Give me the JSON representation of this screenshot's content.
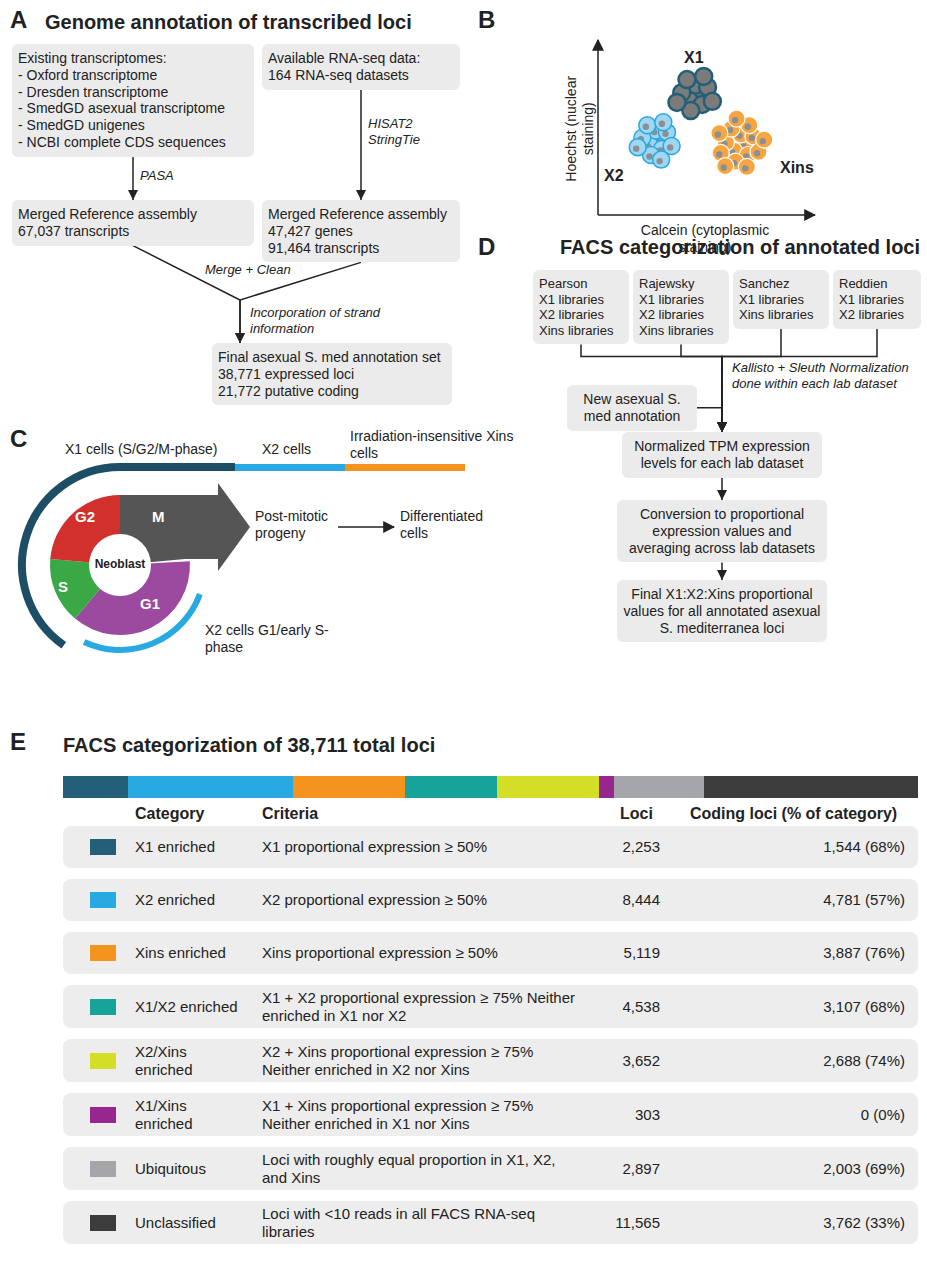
{
  "diagram": {
    "nodes": [
      {
        "text": [
          "Existing transcriptomes:",
          "- Oxford transcriptome",
          "- Dresden transcriptome",
          "- SmedGD asexual transcriptome",
          "- SmedGD unigenes",
          "- NCBI complete CDS sequences"
        ]
      },
      {
        "text": [
          "Available RNA-seq data:",
          "164 RNA-seq datasets"
        ]
      },
      {
        "text": [
          "Merged Reference assembly",
          "67,037 transcripts"
        ]
      },
      {
        "text": [
          "Merged Reference assembly",
          "47,427 genes",
          "91,464 transcripts"
        ]
      },
      {
        "text": [
          "Final asexual S. med annotation set",
          "38,771 expressed loci",
          "21,772 putative coding"
        ]
      },
      {
        "text": [
          "Pearson",
          "X1 libraries",
          "X2 libraries",
          "Xins libraries"
        ]
      },
      {
        "text": [
          "Rajewsky",
          "X1 libraries",
          "X2 libraries",
          "Xins libraries"
        ]
      },
      {
        "text": [
          "Sanchez",
          "X1 libraries",
          "Xins libraries"
        ]
      },
      {
        "text": [
          "Reddien",
          "X1 libraries",
          "X2 libraries"
        ]
      },
      {
        "text": [
          "New asexual S. med annotation"
        ]
      },
      {
        "text": [
          "Normalized TPM expression levels for each lab dataset"
        ]
      },
      {
        "text": [
          "Conversion to proportional expression values and averaging across lab datasets"
        ]
      },
      {
        "text": [
          "Final X1:X2:Xins proportional values for all annotated asexual S. mediterranea loci"
        ]
      },
      {
        "text": [
          "X1 proportional expression ≥ 50%",
          "2,253",
          "1,544 (68%)"
        ]
      },
      {
        "text": [
          "X2 proportional expression ≥ 50%",
          "8,444",
          "4,781 (57%)"
        ]
      },
      {
        "text": [
          "Xins proportional expression ≥ 50%",
          "5,119",
          "3,887 (76%)"
        ]
      },
      {
        "text": [
          "X1 + X2 proportional expression ≥ 75% Neither enriched in X1 nor X2",
          "4,538",
          "3,107 (68%)"
        ]
      },
      {
        "text": [
          "X2 + Xins proportional expression ≥ 75% Neither enriched in X2 nor Xins",
          "3,652",
          "2,688 (74%)"
        ]
      },
      {
        "text": [
          "X1 + Xins proportional expression ≥ 75% Neither enriched in X1 nor Xins",
          "303",
          "0 (0%)"
        ]
      },
      {
        "text": [
          "Loci with roughly equal proportion in X1, X2, and Xins",
          "2,897",
          "2,003 (69%)"
        ]
      },
      {
        "text": [
          "Loci with <10 reads in all FACS RNA-seq libraries",
          "11,565",
          "3,762 (33%)"
        ]
      }
    ],
    "edges": [
      {
        "from": 0,
        "to": 2,
        "arrow": "to",
        "label": "PASA"
      },
      {
        "from": 1,
        "to": 3,
        "arrow": "to",
        "label": "HISAT2 StringTie"
      },
      {
        "from": 2,
        "to": 4,
        "arrow": "to"
      },
      {
        "from": 3,
        "to": 4,
        "arrow": "to"
      },
      {
        "from": 5,
        "to": 10,
        "arrow": "to"
      },
      {
        "from": 6,
        "to": 10,
        "arrow": "to"
      },
      {
        "from": 7,
        "to": 10,
        "arrow": "to"
      },
      {
        "from": 8,
        "to": 10,
        "arrow": "to"
      },
      {
        "from": 9,
        "to": 10,
        "arrow": "to"
      },
      {
        "from": 10,
        "to": 11,
        "arrow": "to"
      },
      {
        "from": 11,
        "to": 12,
        "arrow": "to"
      }
    ],
    "labels": [
      "A",
      "Genome annotation of transcribed loci",
      "Merge + Clean",
      "Incorporation of strand information",
      "B",
      "X1",
      "X2",
      "Xins",
      "Hoechst (nuclear staining)",
      "Calcein (cytoplasmic staining)",
      "C",
      "X1 cells (S/G2/M-phase)",
      "X2 cells",
      "Irradiation-insensitive Xins cells",
      "G2",
      "M",
      "Neoblast",
      "S",
      "G1",
      "Post-mitotic progeny",
      "Differentiated cells",
      "X2 cells G1/early S-phase",
      "D",
      "FACS categorization of annotated loci",
      "Kallisto + Sleuth Normalization done within each lab dataset",
      "E",
      "FACS categorization of 38,711 total loci",
      "Category",
      "Criteria",
      "Loci",
      "Coding loci (% of category)"
    ],
    "legend": [
      {
        "text": "X1 enriched",
        "color": "#235f78"
      },
      {
        "text": "X2 enriched",
        "color": "#29a9e1"
      },
      {
        "text": "Xins enriched",
        "color": "#f4941e"
      },
      {
        "text": "X1/X2 enriched",
        "color": "#17a39a"
      },
      {
        "text": "X2/Xins enriched",
        "color": "#d5de26"
      },
      {
        "text": "X1/Xins enriched",
        "color": "#97268f"
      },
      {
        "text": "Ubiquitous",
        "color": "#a4a6a9"
      },
      {
        "text": "Unclassified",
        "color": "#3c3c3c"
      }
    ]
  }
}
